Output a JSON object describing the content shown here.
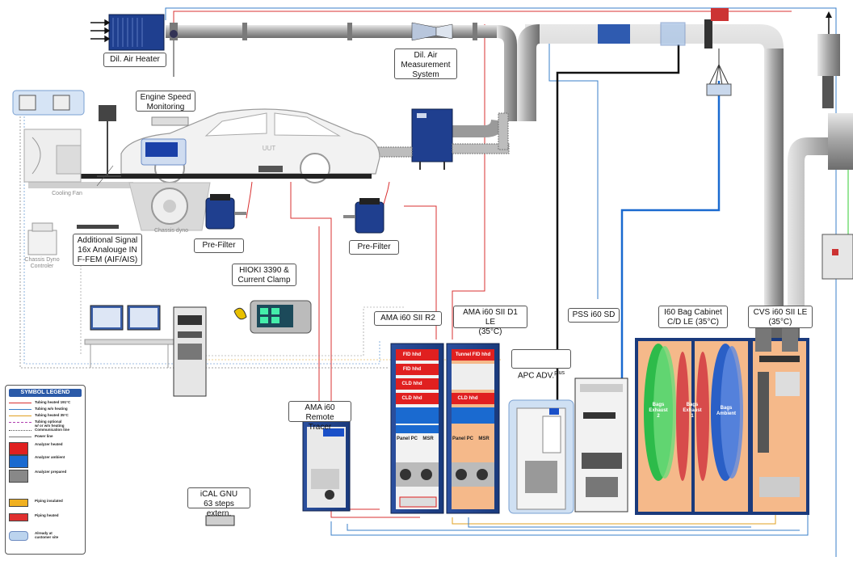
{
  "labels": {
    "dil_air_heater": "Dil. Air Heater",
    "dil_air_measurement": "Dil. Air\nMeasurement\nSystem",
    "engine_speed": "Engine Speed\nMonitoring",
    "uut": "UUT",
    "cooling_fan": "Cooling Fan",
    "chassis_dyno": "Chassis dyno",
    "chassis_dyno_controler": "Chassis Dyno\nControler",
    "additional_signal": "Additional Signal\n16x Analouge IN\nF-FEM (AIF/AIS)",
    "pre_filter_1": "Pre-Filter",
    "pre_filter_2": "Pre-Filter",
    "hioki": "HIOKI 3390 &\nCurrent Clamp",
    "ama_remote": "AMA i60 Remote\nTracer",
    "ical": "iCAL GNU\n63 steps extern.",
    "ama_sii_r2": "AMA i60 SII R2",
    "ama_sii_d1": "AMA i60 SII D1 LE\n(35°C)",
    "apc_adv": "APC ADV.",
    "apc_plus": "plus",
    "pss": "PSS i60 SD",
    "bag_cabinet": "I60 Bag Cabinet\nC/D LE (35°C)",
    "cvs": "CVS i60 SII  LE\n(35°C)"
  },
  "rack_labels": {
    "fid_hhd_1": "FID hhd",
    "fid_hhd_2": "FID hhd",
    "cld_hhd_1": "CLD hhd",
    "cld_hhd_2": "CLD hhd",
    "tunnel_fid": "Tunnel FID hhd",
    "cld_hhd_d1": "CLD hhd",
    "panel_pc_1": "Panel PC",
    "msr_1": "MSR",
    "panel_pc_2": "Panel PC",
    "msr_2": "MSR",
    "bags_exhaust_2": "Bags\nExhaust\n2",
    "bags_exhaust_1": "Bags\nExhaust\n1",
    "bags_ambient": "Bags\nAmbient"
  },
  "legend": {
    "title": "SYMBOL LEGEND",
    "items": [
      {
        "text": "Tubing heated 191°C",
        "color": "#d93030"
      },
      {
        "text": "Tubing w/o heating",
        "color": "#3a7fc8"
      },
      {
        "text": "Tubing heated 35°C",
        "color": "#e0a020"
      },
      {
        "text": "Tubing optional\nw/ or w/o heating",
        "color": "#b040b0"
      },
      {
        "text": "Communication line",
        "color": "#555555"
      },
      {
        "text": "Power line",
        "color": "#777777"
      },
      {
        "text": "Analyzer heated",
        "color": "#e02020"
      },
      {
        "text": "Analyzer ambient",
        "color": "#1a6ad0"
      },
      {
        "text": "Analyzer prepared",
        "color": "#888888"
      },
      {
        "text": "Piping insulated",
        "color": "#f0b020"
      },
      {
        "text": "Piping heated",
        "color": "#e03030"
      },
      {
        "text": "Already at\ncustomer site",
        "color": "#bcd4ee"
      }
    ]
  },
  "colors": {
    "heated": "#d93030",
    "unheated": "#3a7fc8",
    "heated35": "#e0a020",
    "comm": "#555555",
    "pipe": "#9a9a9a",
    "analyzer_blue": "#1f3f8f",
    "rack_orange": "#f5b98a"
  }
}
